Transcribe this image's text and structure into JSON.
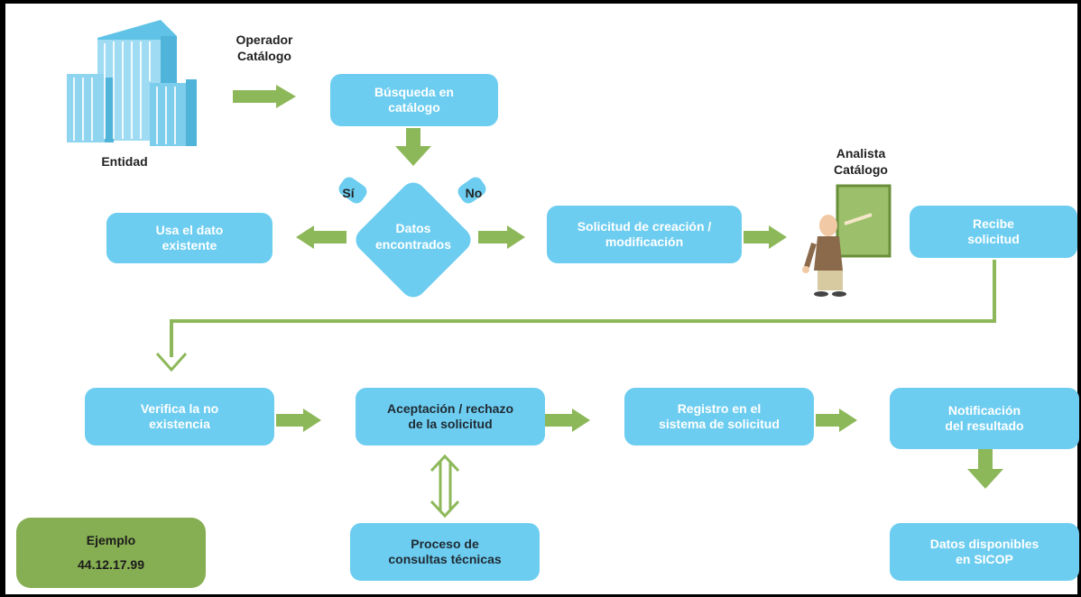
{
  "colors": {
    "box_blue": "#6dcdf0",
    "arrow_green": "#8db85a",
    "example_green": "#86ae52"
  },
  "labels": {
    "operador": "Operador\nCatálogo",
    "entidad": "Entidad",
    "analista": "Analista\nCatálogo",
    "si": "Sí",
    "no": "No"
  },
  "nodes": {
    "busqueda": "Búsqueda en\ncatálogo",
    "datos": "Datos\nencontrados",
    "usa": "Usa el dato\nexistente",
    "solicitud": "Solicitud de creación /\nmodificación",
    "recibe": "Recibe\nsolicitud",
    "verifica": "Verifica la no\nexistencia",
    "aceptacion": "Aceptación / rechazo\nde la solicitud",
    "registro": "Registro en el\nsistema de solicitud",
    "notificacion": "Notificación\ndel resultado",
    "proceso": "Proceso de\nconsultas técnicas",
    "disponibles": "Datos disponibles\nen  SICOP"
  },
  "example": {
    "title": "Ejemplo",
    "code": "44.12.17.99"
  },
  "icons": [
    "building-icon",
    "teacher-icon"
  ]
}
